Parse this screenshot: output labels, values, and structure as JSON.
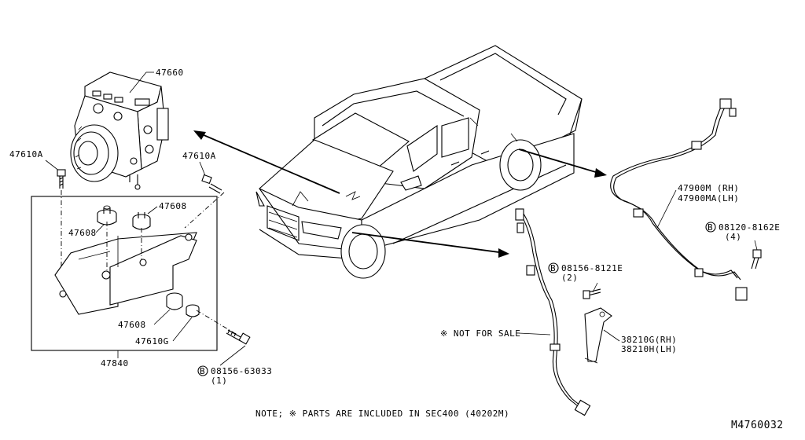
{
  "diagram_id": "M4760032",
  "note": "NOTE; ※ PARTS ARE INCLUDED IN SEC400 (40202M)",
  "not_for_sale": "※ NOT FOR SALE",
  "parts": {
    "actuator": "47660",
    "bolt_left": "47610A",
    "bolt_right": "47610A",
    "grommet_top_right": "47608",
    "grommet_top_left": "47608",
    "grommet_bottom": "47608",
    "collar": "47610G",
    "bracket_assy": "47840",
    "bolt_bottom_code": "08156-63033",
    "bolt_bottom_qty": "(1)",
    "sensor_rear_rh": "47900M (RH)",
    "sensor_rear_lh": "47900MA(LH)",
    "rear_bolt_code": "08120-8162E",
    "rear_bolt_qty": "(4)",
    "front_bolt_code": "08156-8121E",
    "front_bolt_qty": "(2)",
    "bracket_rh": "38210G(RH)",
    "bracket_lh": "38210H(LH)"
  },
  "b_symbol": "B"
}
